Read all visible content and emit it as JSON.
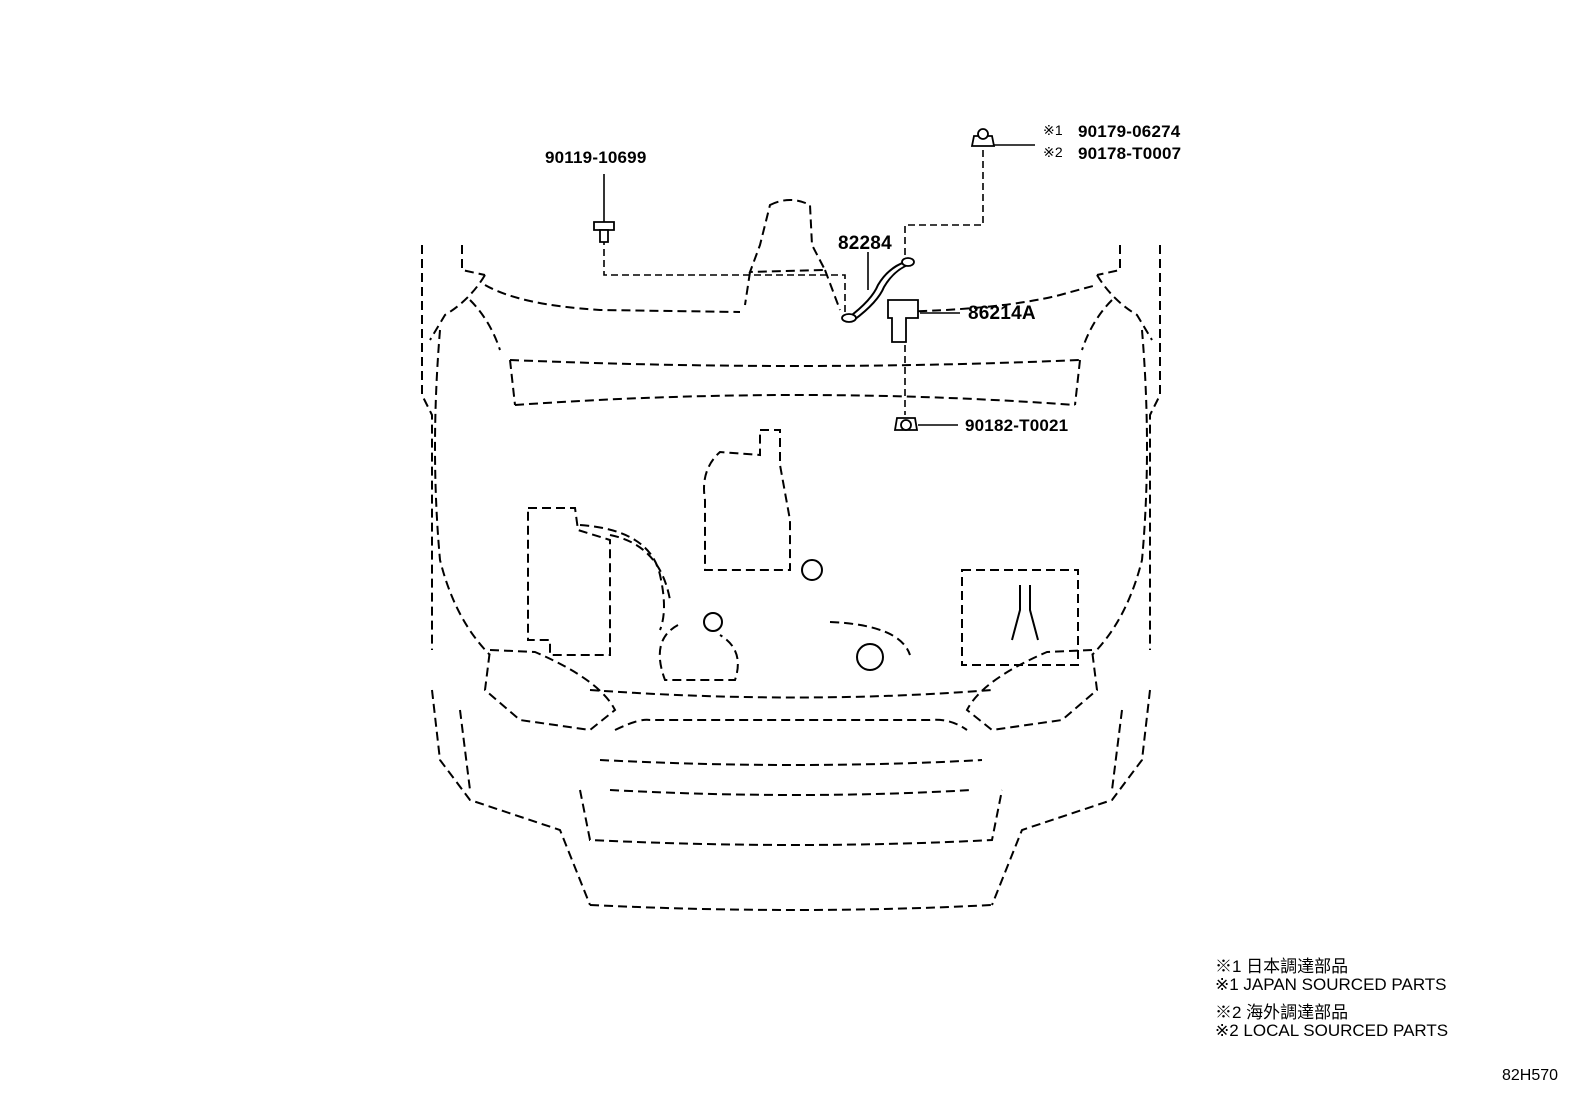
{
  "parts": {
    "bolt_front_left": "90119-10699",
    "nut_top_marker1": "※1",
    "nut_top_japan": "90179-06274",
    "nut_top_marker2": "※2",
    "nut_top_local": "90178-T0007",
    "wire": "82284",
    "bracket": "86214A",
    "nut_bottom": "90182-T0021"
  },
  "notes": [
    "※1 日本調達部品",
    "※1 JAPAN SOURCED PARTS",
    "※2 海外調達部品",
    "※2 LOCAL SOURCED PARTS"
  ],
  "diagram_ref": "82H570"
}
